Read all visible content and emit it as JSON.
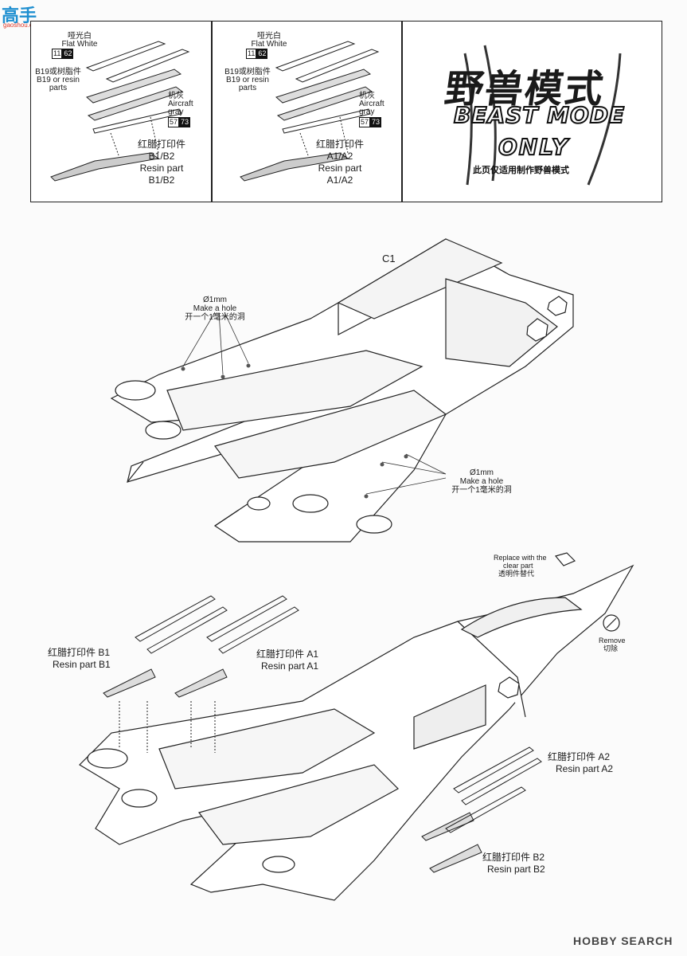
{
  "watermark_top": {
    "text": "高手",
    "url": "gaoshou.com"
  },
  "watermark_bottom": "HOBBY SEARCH",
  "panel_left": {
    "flat_white_cn": "哑光白",
    "flat_white_en": "Flat White",
    "flat_white_code_a": "11",
    "flat_white_code_b": "62",
    "b19_cn": "B19或树脂件",
    "b19_en1": "B19 or resin",
    "b19_en2": "parts",
    "gray_cn": "机灰",
    "gray_en1": "Aircraft",
    "gray_en2": "gray",
    "gray_code_a": "57",
    "gray_code_b": "73",
    "resin_cn": "红腊打印件",
    "resin_cn_part": "B1/B2",
    "resin_en": "Resin part",
    "resin_en_part": "B1/B2"
  },
  "panel_mid": {
    "flat_white_cn": "哑光白",
    "flat_white_en": "Flat White",
    "flat_white_code_a": "11",
    "flat_white_code_b": "62",
    "b19_cn": "B19或树脂件",
    "b19_en1": "B19 or resin",
    "b19_en2": "parts",
    "gray_cn": "机灰",
    "gray_en1": "Aircraft",
    "gray_en2": "gray",
    "gray_code_a": "57",
    "gray_code_b": "73",
    "resin_cn": "红腊打印件",
    "resin_cn_part": "A1/A2",
    "resin_en": "Resin part",
    "resin_en_part": "A1/A2"
  },
  "logo": {
    "cn": "野兽模式",
    "en": "BEAST MODE",
    "only": "ONLY",
    "sub": "此页仅适用制作野兽模式"
  },
  "diagram1": {
    "part_label": "C1",
    "hole1": {
      "size": "Ø1mm",
      "en": "Make a hole",
      "cn": "开一个1毫米的洞"
    },
    "hole2": {
      "size": "Ø1mm",
      "en": "Make a hole",
      "cn": "开一个1毫米的洞"
    }
  },
  "diagram2": {
    "replace_en1": "Replace with the",
    "replace_en2": "clear part",
    "replace_cn": "透明件替代",
    "remove_en": "Remove",
    "remove_cn": "切除",
    "b1_cn": "红腊打印件 B1",
    "b1_en": "Resin part B1",
    "a1_cn": "红腊打印件 A1",
    "a1_en": "Resin part A1",
    "a2_cn": "红腊打印件 A2",
    "a2_en": "Resin part A2",
    "b2_cn": "红腊打印件 B2",
    "b2_en": "Resin part B2"
  }
}
